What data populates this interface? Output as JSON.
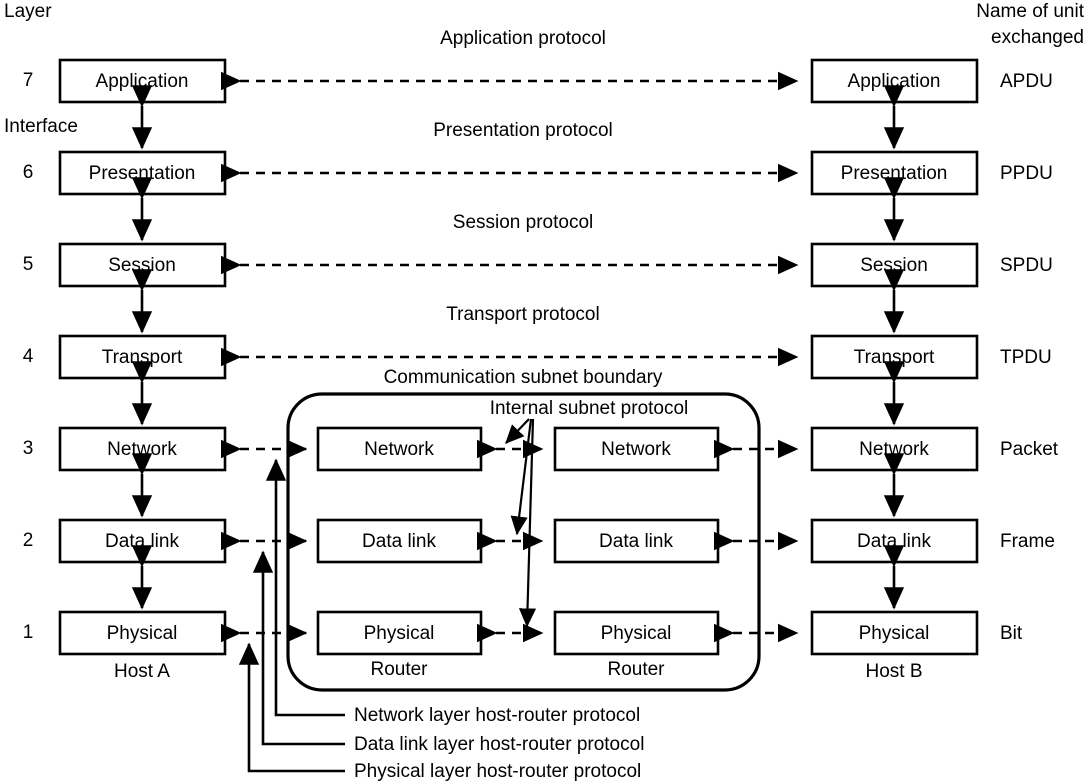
{
  "diagram": {
    "title_left": "Layer",
    "title_right_line1": "Name of unit",
    "title_right_line2": "exchanged",
    "interface_label": "Interface",
    "host_a_label": "Host A",
    "host_b_label": "Host B",
    "router_left_label": "Router",
    "router_right_label": "Router",
    "subnet_boundary_label": "Communication subnet boundary",
    "internal_subnet_label": "Internal subnet protocol",
    "layers": [
      {
        "number": "7",
        "name": "Application",
        "protocol": "Application protocol",
        "unit": "APDU",
        "in_router": false
      },
      {
        "number": "6",
        "name": "Presentation",
        "protocol": "Presentation protocol",
        "unit": "PPDU",
        "in_router": false
      },
      {
        "number": "5",
        "name": "Session",
        "protocol": "Session protocol",
        "unit": "SPDU",
        "in_router": false
      },
      {
        "number": "4",
        "name": "Transport",
        "protocol": "Transport protocol",
        "unit": "TPDU",
        "in_router": false
      },
      {
        "number": "3",
        "name": "Network",
        "protocol": "",
        "unit": "Packet",
        "in_router": true
      },
      {
        "number": "2",
        "name": "Data link",
        "protocol": "",
        "unit": "Frame",
        "in_router": true
      },
      {
        "number": "1",
        "name": "Physical",
        "protocol": "",
        "unit": "Bit",
        "in_router": true
      }
    ],
    "host_router_protocols": [
      "Network layer host-router protocol",
      "Data link layer host-router protocol",
      "Physical layer host-router protocol"
    ],
    "colors": {
      "stroke": "#000000",
      "background": "#ffffff",
      "box_fill": "#ffffff"
    }
  }
}
